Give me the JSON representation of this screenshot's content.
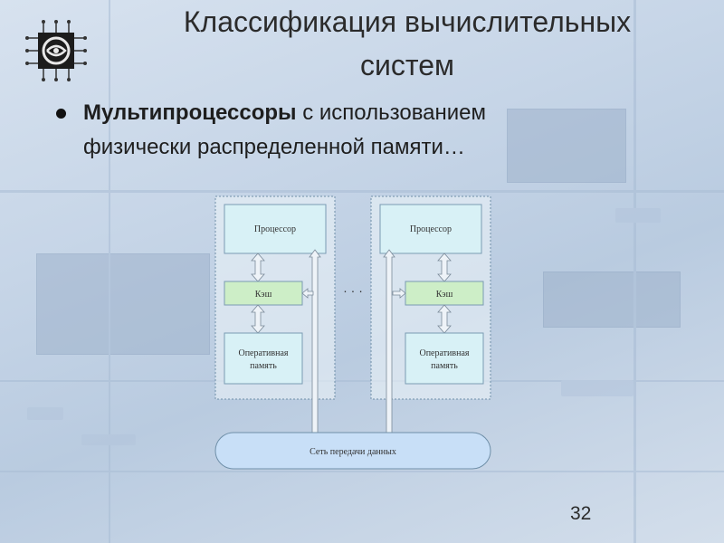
{
  "slide": {
    "title_line1": "Классификация вычислительных",
    "title_line2": "систем",
    "bullet": {
      "bold": "Мультипроцессоры",
      "rest_line1": " с использованием",
      "rest_line2": "физически распределенной памяти…"
    },
    "page_number": "32"
  },
  "diagram": {
    "processor_label": "Процессор",
    "cache_label": "Кэш",
    "memory_label_line1": "Оперативная",
    "memory_label_line2": "память",
    "network_label": "Сеть передачи данных",
    "ellipsis": "· · ·",
    "colors": {
      "processor": "#d8f1f6",
      "cache": "#cdeec7",
      "memory": "#d8f1f6",
      "network": "#c8dff7",
      "border": "#6f8fa8"
    }
  }
}
